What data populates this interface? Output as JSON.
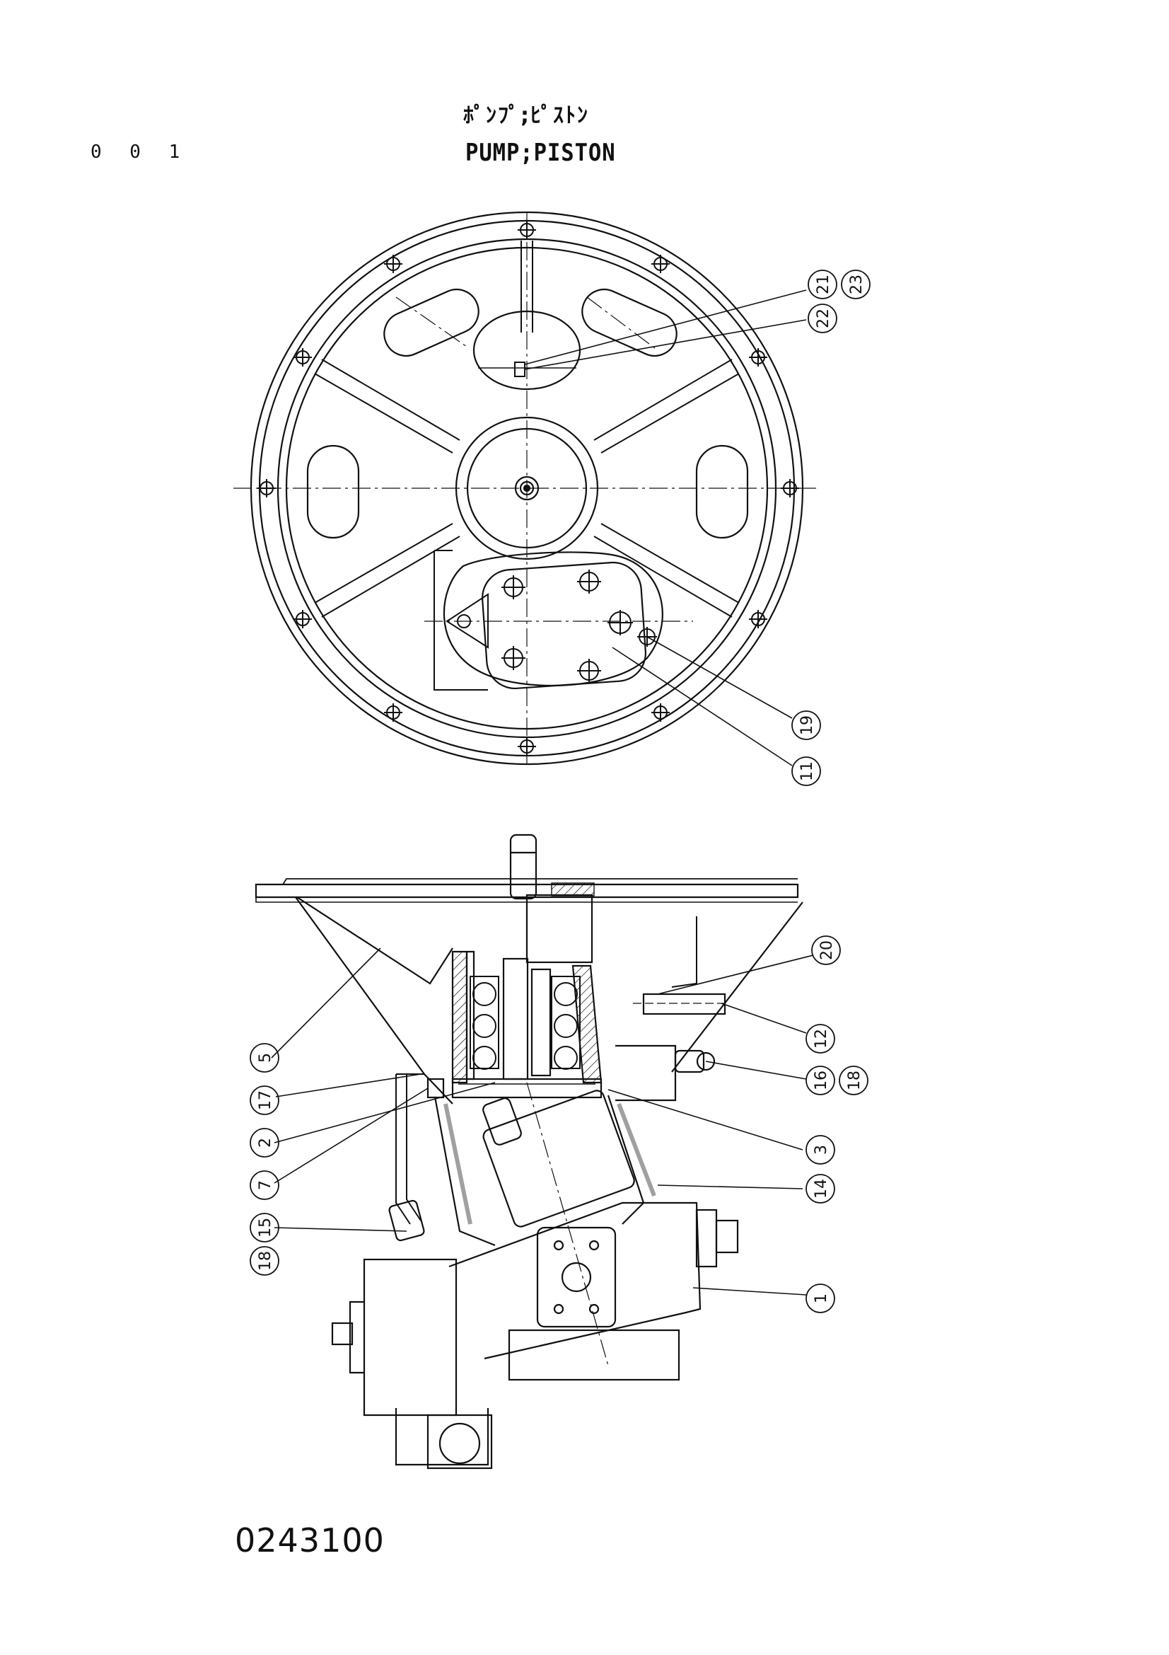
{
  "header": {
    "page_number": "0 0 1",
    "title_jp": "ﾎﾟﾝﾌﾟ;ﾋﾟｽﾄﾝ",
    "title_en": "PUMP;PISTON"
  },
  "drawing_number": "0243100",
  "callouts": {
    "c21": "21",
    "c23": "23",
    "c22": "22",
    "c19": "19",
    "c11": "11",
    "c20": "20",
    "c5": "5",
    "c12": "12",
    "c17": "17",
    "c16": "16",
    "c18a": "18",
    "c2": "2",
    "c3": "3",
    "c7": "7",
    "c14": "14",
    "c15": "15",
    "c18b": "18",
    "c1": "1"
  },
  "colors": {
    "ink": "#111111",
    "paper": "#ffffff"
  }
}
